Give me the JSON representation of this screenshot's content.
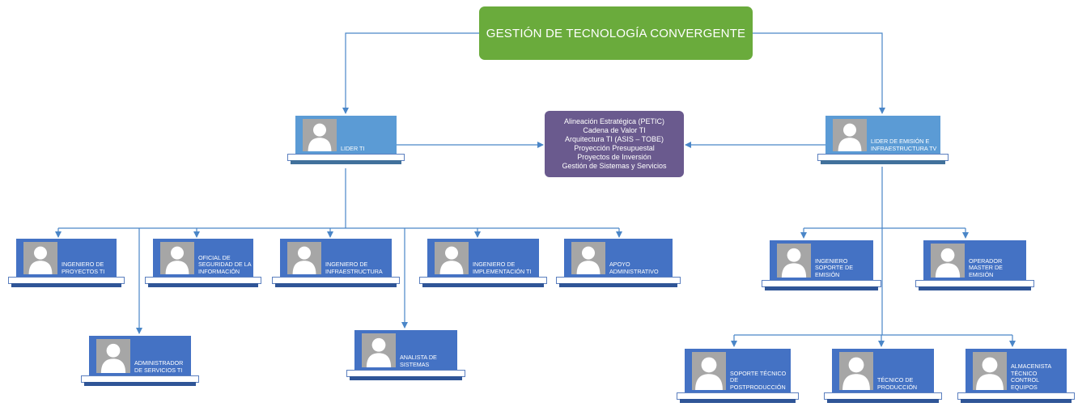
{
  "root": {
    "label": "GESTIÓN DE TECNOLOGÍA CONVERGENTE"
  },
  "center": {
    "lines": [
      "Alineación Estratégica (PETIC)",
      "Cadena de Valor TI",
      "Arquitectura TI (ASIS – TOBE)",
      "Proyección Presupuestal",
      "Proyectos de Inversión",
      "Gestión de Sistemas y Servicios"
    ]
  },
  "leaders": {
    "ti": {
      "title": "LIDER TI"
    },
    "emision": {
      "title": "LIDER DE EMISIÓN E INFRAESTRUCTURA TV"
    }
  },
  "ti_team": [
    {
      "title": "INGENIERO DE PROYECTOS TI"
    },
    {
      "title": "OFICIAL DE SEGURIDAD DE LA INFORMACIÓN"
    },
    {
      "title": "INGENIERO DE INFRAESTRUCTURA"
    },
    {
      "title": "INGENIERO DE IMPLEMENTACIÓN TI"
    },
    {
      "title": "APOYO ADMINISTRATIVO"
    },
    {
      "title": "ADMINISTRADOR DE SERVICIOS TI"
    },
    {
      "title": "ANALISTA DE SISTEMAS"
    }
  ],
  "emision_team": [
    {
      "title": "INGENIERO SOPORTE DE EMISIÓN"
    },
    {
      "title": "OPERADOR MASTER DE EMISIÓN"
    },
    {
      "title": "SOPORTE TÉCNICO DE POSTPRODUCCIÓN"
    },
    {
      "title": "TÉCNICO DE PRODUCCIÓN"
    },
    {
      "title": "ALMACENISTA TÉCNICO CONTROL EQUIPOS"
    }
  ],
  "colors": {
    "root": "#6aab3c",
    "lead_card": "#5b9bd5",
    "staff_card": "#4472c4",
    "center_box": "#6a5a8e",
    "connector": "#4a86c8"
  }
}
